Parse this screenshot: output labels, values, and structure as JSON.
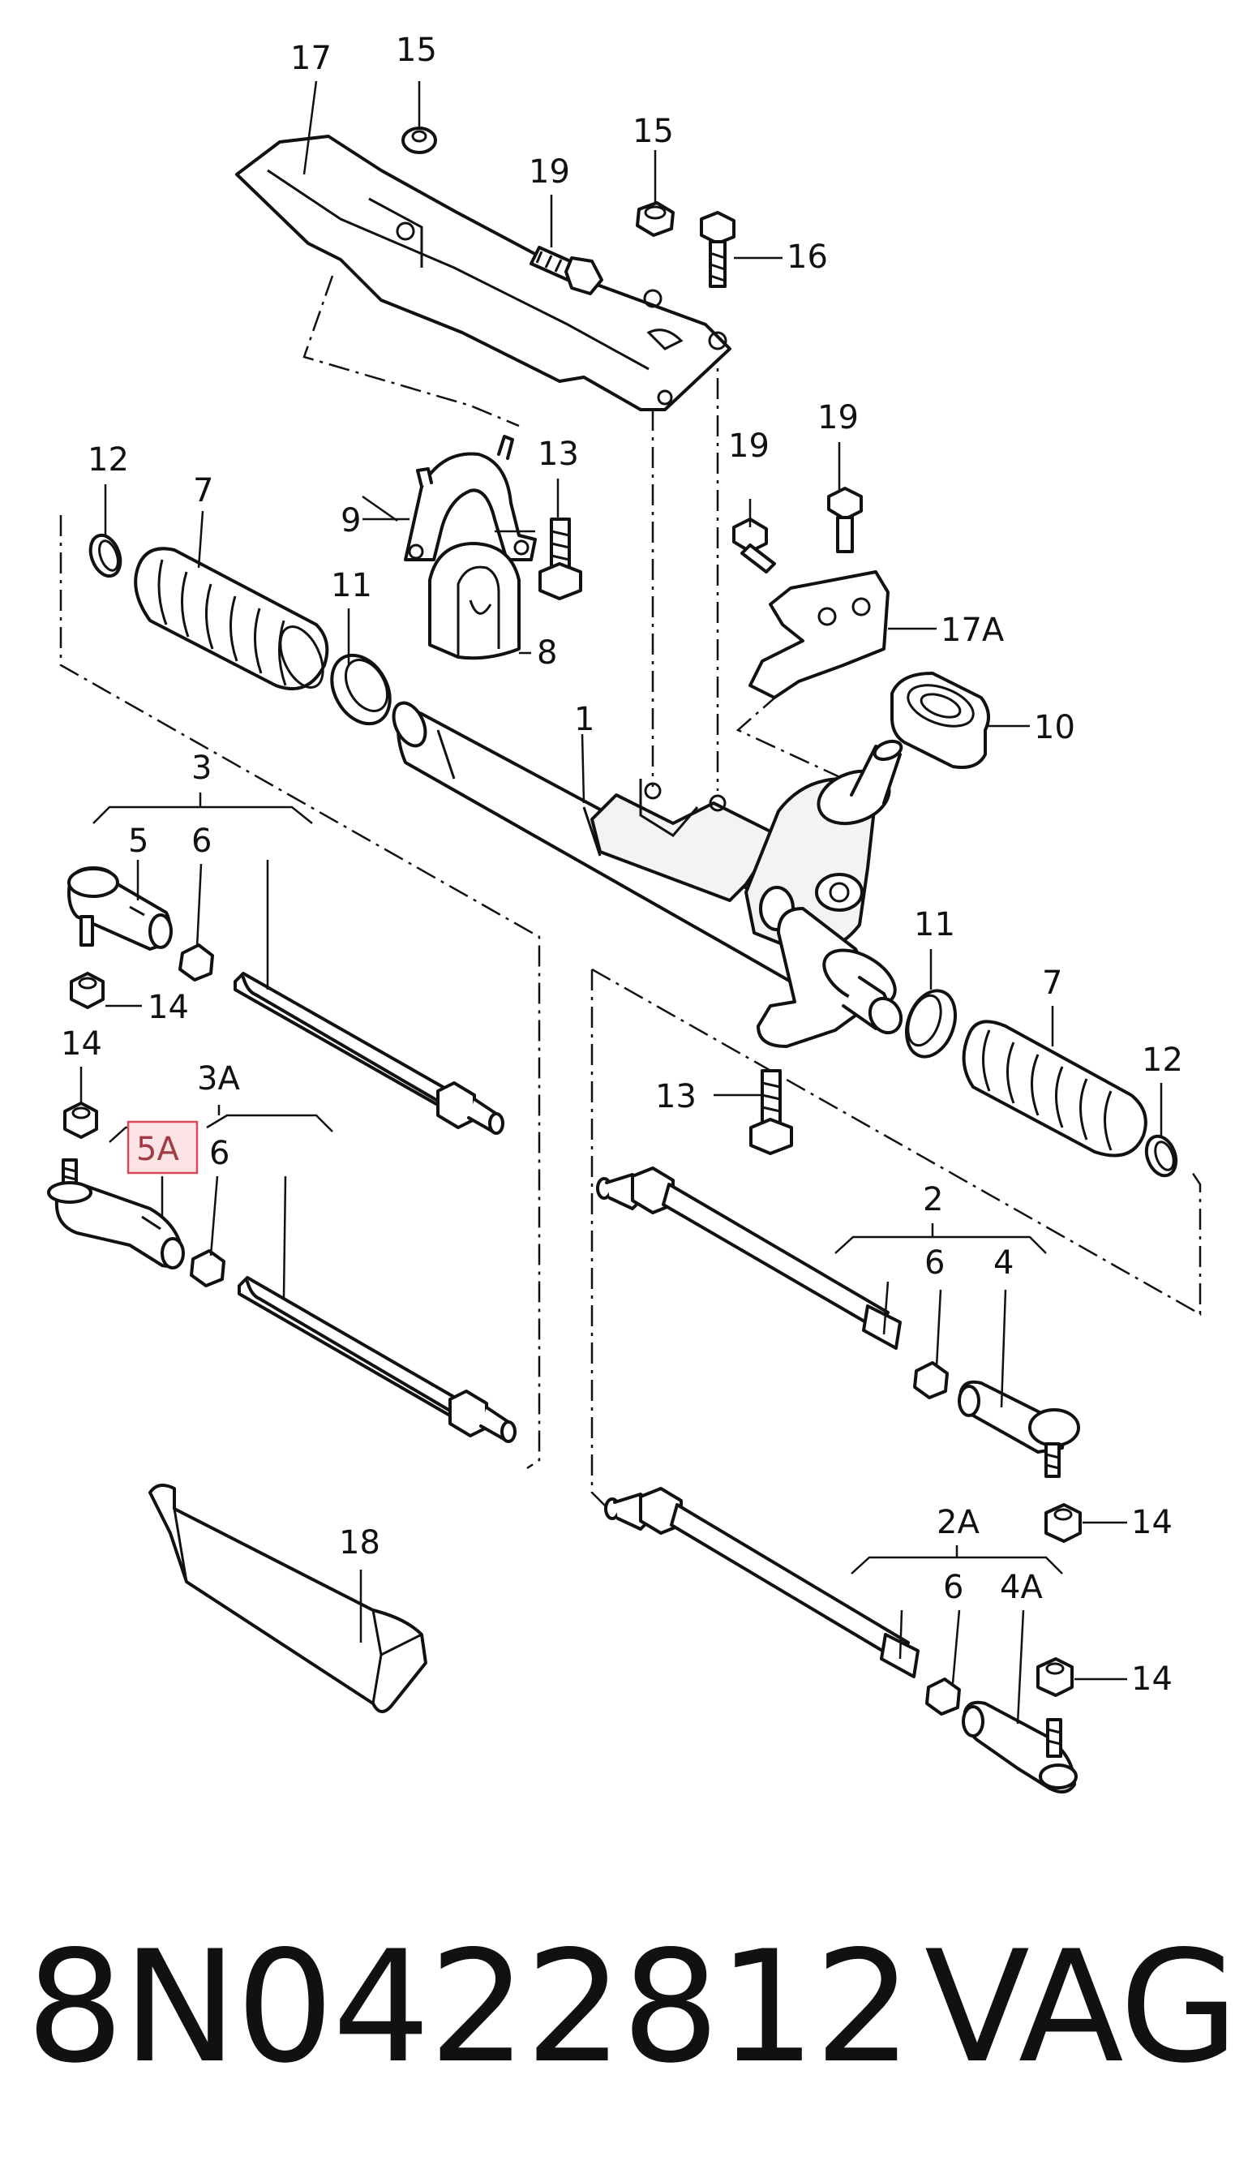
{
  "diagram": {
    "labels": {
      "l1": "1",
      "l2": "2",
      "l2a": "2A",
      "l3": "3",
      "l3a": "3A",
      "l4": "4",
      "l4a": "4A",
      "l5": "5",
      "l5a": "5A",
      "l6a": "6",
      "l6b": "6",
      "l6c": "6",
      "l6d": "6",
      "l7a": "7",
      "l7b": "7",
      "l8": "8",
      "l9": "9",
      "l10": "10",
      "l11a": "11",
      "l11b": "11",
      "l12a": "12",
      "l12b": "12",
      "l13a": "13",
      "l13b": "13",
      "l14a": "14",
      "l14b": "14",
      "l14c": "14",
      "l14d": "14",
      "l15a": "15",
      "l15b": "15",
      "l16": "16",
      "l17": "17",
      "l17a": "17A",
      "l18": "18",
      "l19a": "19",
      "l19b": "19",
      "l19c": "19"
    },
    "highlighted_label": "5A",
    "highlight_color": "#d9495a"
  },
  "footer": {
    "part_number": "8N0422812",
    "brand": "VAG"
  }
}
